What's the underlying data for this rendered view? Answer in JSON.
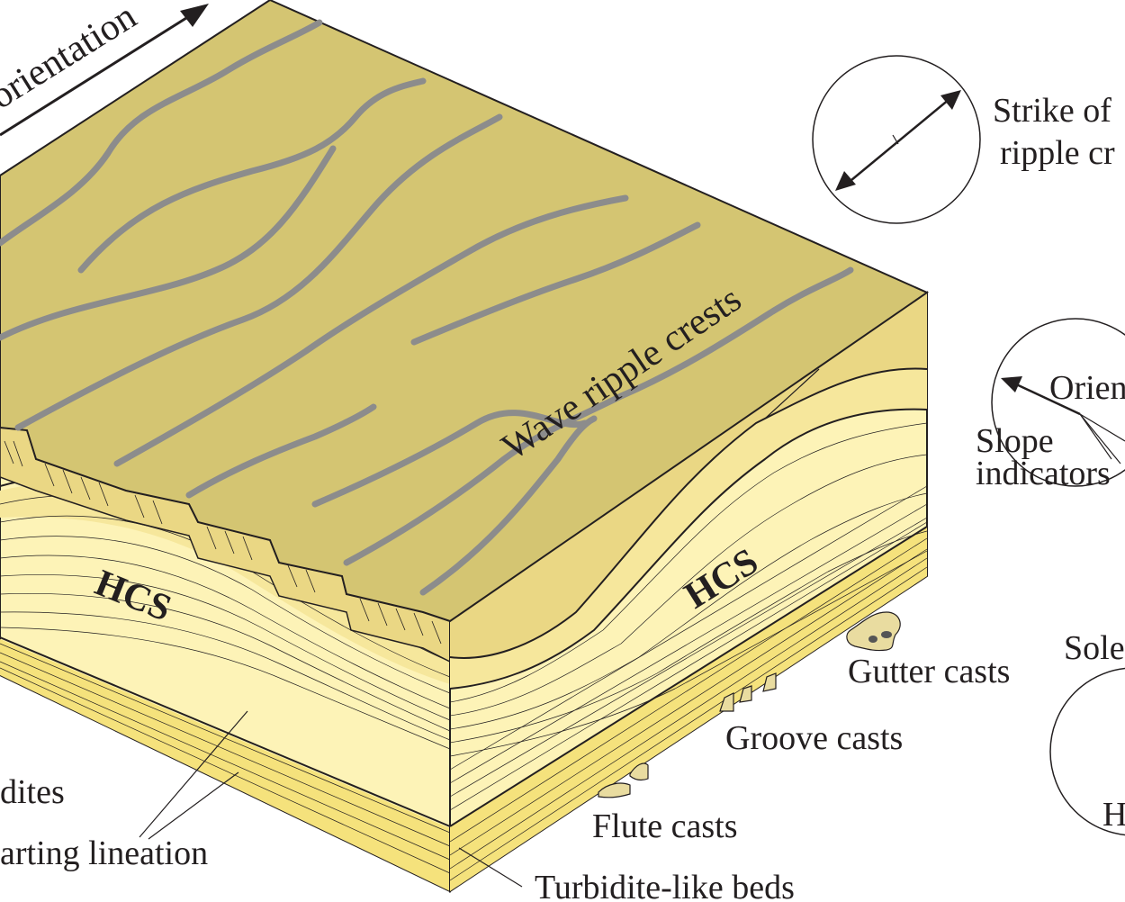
{
  "labels": {
    "orientation": "orientation",
    "strike": "Strike of",
    "ripple_crests_partial": "ripple cr",
    "orient_partial": "Orien",
    "slope": "Slope",
    "indicators": "indicators",
    "sole_partial": "Sole",
    "h_partial": "H",
    "wave_ripple_crests": "Wave ripple crests",
    "hcs_left": "HCS",
    "hcs_right": "HCS",
    "gutter_casts": "Gutter casts",
    "groove_casts": "Groove casts",
    "flute_casts": "Flute casts",
    "dites_partial": "dites",
    "parting_lineation_partial": "arting lineation",
    "turbidite_like_beds": "Turbidite-like beds"
  },
  "colors": {
    "top_surface": "#d4c572",
    "hcs_body": "#fdf3b7",
    "hcs_upper_band": "#f6e79c",
    "hcs_darker": "#ead784",
    "turbidite_band": "#f5e27c",
    "ripple_line": "#8c8c8c",
    "outline": "#231f20",
    "sole_marks": "#e9dca0"
  }
}
